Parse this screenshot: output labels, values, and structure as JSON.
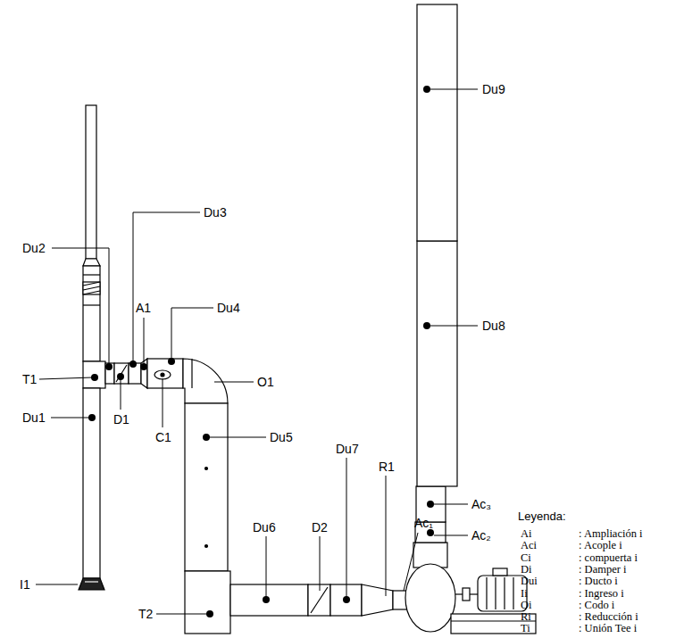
{
  "diagram": {
    "labels": [
      "Du9",
      "Du3",
      "Du2",
      "A1",
      "Du4",
      "Du8",
      "T1",
      "O1",
      "D1",
      "Du1",
      "C1",
      "Du5",
      "Du7",
      "R1",
      "Leyenda:",
      "Ac₃",
      "Du6",
      "D2",
      "Ac₁",
      "Ac₂",
      "T2",
      "I1",
      "Ai",
      ": Ampliación i",
      "Aci",
      ": Acople i",
      "Ci",
      ": compuerta i",
      "Di",
      ": Damper i",
      "Dui",
      ": Ducto i",
      "Ii",
      ": Ingreso i",
      "Oi",
      ": Codo i",
      "Ri",
      ": Reducción i",
      "Ti",
      ": Unión Tee i"
    ]
  }
}
